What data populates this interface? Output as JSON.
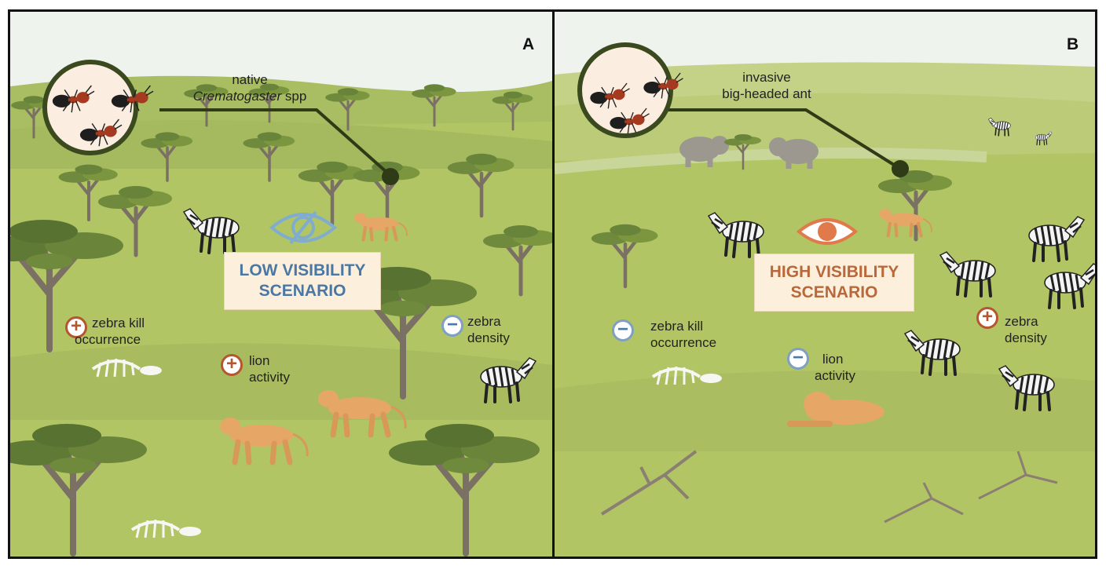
{
  "panel_a": {
    "letter": "A",
    "ant_label_line1": "native",
    "ant_label_genus": "Crematogaster",
    "ant_label_suffix": " spp",
    "scenario_line1": "LOW VISIBILITY",
    "scenario_line2": "SCENARIO",
    "eye_icon": "eye-slash-icon",
    "effects": {
      "zebra_kill": {
        "sign": "+",
        "line1": "zebra kill",
        "line2": "occurrence"
      },
      "lion_activity": {
        "sign": "+",
        "line1": "lion",
        "line2": "activity"
      },
      "zebra_density": {
        "sign": "−",
        "line1": "zebra",
        "line2": "density"
      }
    }
  },
  "panel_b": {
    "letter": "B",
    "ant_label_line1": "invasive",
    "ant_label_line2": "big-headed ant",
    "scenario_line1": "HIGH VISIBILITY",
    "scenario_line2": "SCENARIO",
    "eye_icon": "eye-icon",
    "effects": {
      "zebra_kill": {
        "sign": "−",
        "line1": "zebra kill",
        "line2": "occurrence"
      },
      "lion_activity": {
        "sign": "−",
        "line1": "lion",
        "line2": "activity"
      },
      "zebra_density": {
        "sign": "+",
        "line1": "zebra",
        "line2": "density"
      }
    }
  },
  "colors": {
    "low_visibility_text": "#4a77a3",
    "high_visibility_text": "#b8683a",
    "positive_sign": "#b6562e",
    "negative_sign": "#4a7aa8",
    "grass": "#b2c565",
    "sky": "#eef3ee",
    "ant_circle_border": "#3b4a1e"
  }
}
